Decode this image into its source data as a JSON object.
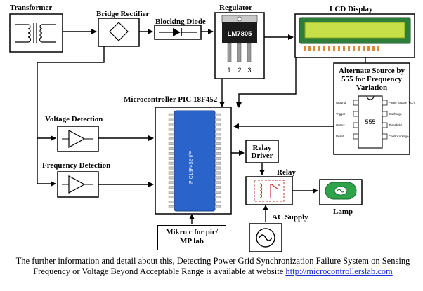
{
  "labels": {
    "transformer": "Transformer",
    "bridge_rectifier": "Bridge Rectifier",
    "blocking_diode": "Blocking Diode",
    "regulator": "Regulator",
    "regulator_part": "LM7805",
    "regulator_pins": [
      "1",
      "2",
      "3"
    ],
    "lcd_display": "LCD Display",
    "alternate_source": "Alternate Source by 555 for Frequency Variation",
    "timer_part": "555",
    "microcontroller": "Microcontroller PIC 18F452",
    "chip_marking": "PIC18F452-I/P",
    "voltage_detection": "Voltage Detection",
    "frequency_detection": "Frequency Detection",
    "relay_driver": "Relay Driver",
    "relay": "Relay",
    "lamp": "Lamp",
    "ac_supply": "AC Supply",
    "mikro_c": "Mikro c for pic/ MP lab"
  },
  "ic555_pins_left": [
    "Ground",
    "Trigger",
    "Output",
    "Reset"
  ],
  "ic555_pins_right": [
    "Power Supply (Vcc)",
    "Discharge",
    "Threshold",
    "Control Voltage"
  ],
  "caption": {
    "text": "The further information and detail about this, Detecting Power Grid Synchronization Failure System on Sensing Frequency or Voltage Beyond Acceptable Range is available at website ",
    "link": "http://microcontrollerslab.com"
  },
  "colors": {
    "lcd_screen": "#c7e04a",
    "lcd_frame": "#2f7d3a",
    "chip_body": "#2a63c9",
    "lamp_body": "#2fa34a",
    "relay_coil": "#c0392b",
    "link": "#1a2fd6"
  }
}
